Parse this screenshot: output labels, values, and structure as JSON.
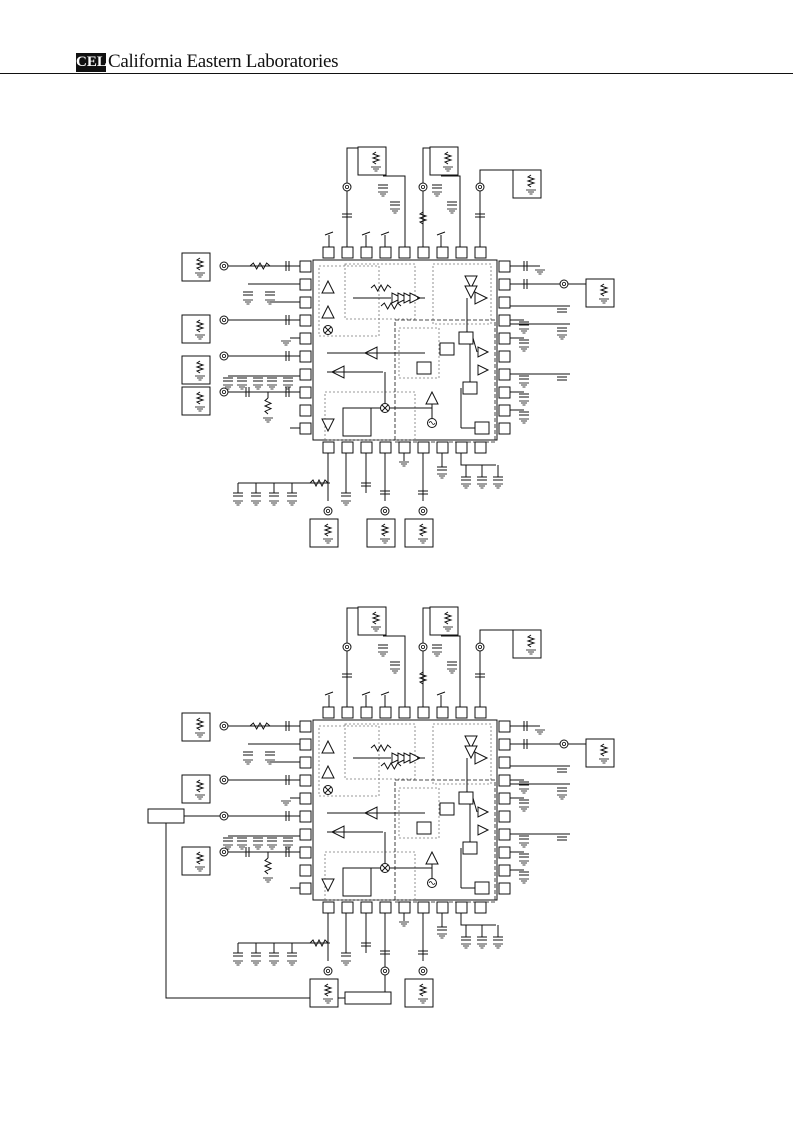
{
  "header": {
    "logo_text": "CEL",
    "company_name": "California Eastern Laboratories"
  },
  "colors": {
    "ink": "#111111",
    "dotted": "#777777",
    "background": "#ffffff"
  },
  "diagrams": [
    {
      "variant": "standard"
    },
    {
      "variant": "external-block"
    }
  ]
}
